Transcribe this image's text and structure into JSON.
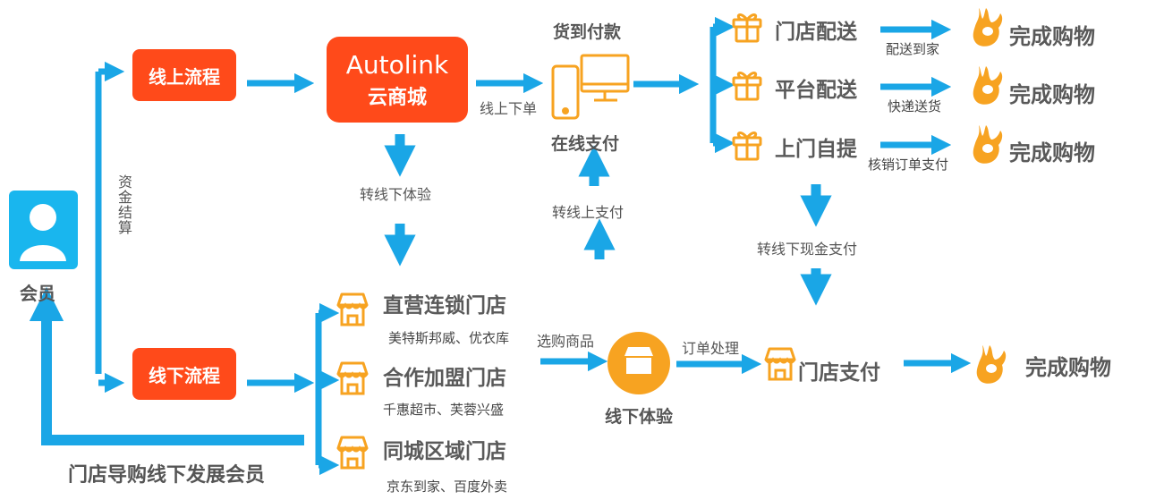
{
  "member": {
    "label": "会员"
  },
  "fund_settlement": "资金结算",
  "online_flow": "线上流程",
  "offline_flow": "线下流程",
  "store_guide": "门店导购线下发展会员",
  "mall": {
    "name": "Autolink",
    "sub": "云商城"
  },
  "to_offline_experience": "转线下体验",
  "online_order": "线上下单",
  "cash_on_delivery": "货到付款",
  "online_payment": "在线支付",
  "to_online_payment": "转线上支付",
  "delivery": [
    {
      "name": "门店配送",
      "method": "配送到家",
      "result": "完成购物"
    },
    {
      "name": "平台配送",
      "method": "快递送货",
      "result": "完成购物"
    },
    {
      "name": "上门自提",
      "method": "核销订单支付",
      "result": "完成购物"
    }
  ],
  "to_offline_cash": "转线下现金支付",
  "stores": [
    {
      "name": "直营连锁门店",
      "examples": "美特斯邦威、优衣库"
    },
    {
      "name": "合作加盟门店",
      "examples": "千惠超市、芙蓉兴盛"
    },
    {
      "name": "同城区域门店",
      "examples": "京东到家、百度外卖"
    }
  ],
  "select_goods": "选购商品",
  "offline_experience": "线下体验",
  "order_processing": "订单处理",
  "store_payment": "门店支付",
  "final_done": "完成购物",
  "colors": {
    "arrow": "#1aa6e6",
    "orange_box": "#ff4a1a",
    "icon_orange": "#f7a321",
    "member_blue": "#19b6ee"
  }
}
